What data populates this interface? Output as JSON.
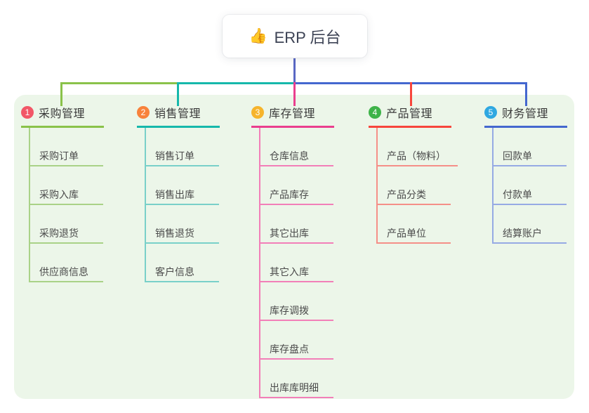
{
  "root": {
    "icon": "thumbs-up",
    "icon_glyph": "👍",
    "title": "ERP 后台"
  },
  "colors": {
    "root_stem": "#5a68c4",
    "panel_bg": "#ecf6e9"
  },
  "branches": [
    {
      "number": "1",
      "label": "采购管理",
      "badge_color": "#f25767",
      "line_color": "#8ac24a",
      "child_line_color": "#a9d287",
      "children": [
        "采购订单",
        "采购入库",
        "采购退货",
        "供应商信息"
      ]
    },
    {
      "number": "2",
      "label": "销售管理",
      "badge_color": "#f8823b",
      "line_color": "#16b8ab",
      "child_line_color": "#79d0c9",
      "children": [
        "销售订单",
        "销售出库",
        "销售退货",
        "客户信息"
      ]
    },
    {
      "number": "3",
      "label": "库存管理",
      "badge_color": "#f6b42c",
      "line_color": "#ea3e8e",
      "child_line_color": "#f27fb8",
      "children": [
        "仓库信息",
        "产品库存",
        "其它出库",
        "其它入库",
        "库存调拨",
        "库存盘点",
        "出库库明细"
      ]
    },
    {
      "number": "4",
      "label": "产品管理",
      "badge_color": "#3eb349",
      "line_color": "#f7463c",
      "child_line_color": "#f58f88",
      "children": [
        "产品（物料）",
        "产品分类",
        "产品单位"
      ]
    },
    {
      "number": "5",
      "label": "财务管理",
      "badge_color": "#2fa8e1",
      "line_color": "#4467cf",
      "child_line_color": "#96aae4",
      "children": [
        "回款单",
        "付款单",
        "结算账户"
      ]
    }
  ]
}
